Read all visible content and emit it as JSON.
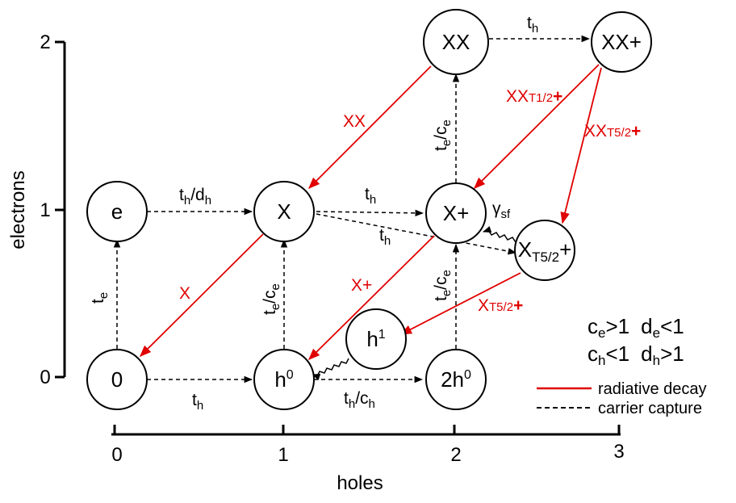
{
  "axes": {
    "x_title": "holes",
    "y_title": "electrons",
    "x_ticks": [
      "0",
      "1",
      "2",
      "3"
    ],
    "y_ticks": [
      "0",
      "1",
      "2"
    ]
  },
  "states": {
    "s0": "0",
    "e": "e",
    "X": "X",
    "h0": "h",
    "h0_sup": "0",
    "h1": "h",
    "h1_sup": "1",
    "Xp": "X+",
    "XX": "XX",
    "XXp": "XX+",
    "twoh0": "2h",
    "twoh0_sup": "0",
    "XT52_main": "X",
    "XT52_sub": "T5/2",
    "XT52_plus": "+"
  },
  "transitions": {
    "te": "t",
    "te_sub": "e",
    "th_0_h0": "t",
    "th_0_h0_sub": "h",
    "thdh": "t",
    "thdh_sub": "h",
    "thdh_mid": "/d",
    "thdh_sub2": "h",
    "th_X_Xp": "t",
    "th_X_Xp_sub": "h",
    "th_X_XT": "t",
    "th_X_XT_sub": "h",
    "th_XX_XXp": "t",
    "th_XX_XXp_sub": "h",
    "thch": "t",
    "thch_sub": "h",
    "thch_mid": "/c",
    "thch_sub2": "h",
    "tece_a": "t",
    "tece_a_sub": "e",
    "tece_a_mid": "/c",
    "tece_a_sub2": "e",
    "tece_b": "t",
    "tece_b_sub": "e",
    "tece_b_mid": "/c",
    "tece_b_sub2": "e",
    "tece_c": "t",
    "tece_c_sub": "e",
    "tece_c_mid": "/c",
    "tece_c_sub2": "e",
    "gamma": "γ",
    "gamma_sub": "sf",
    "rad_X": "X",
    "rad_Xp": "X+",
    "rad_XX": "XX",
    "rad_XXT12": "XX",
    "rad_XXT12_sub": "T1/2",
    "rad_XXT12_plus": "+",
    "rad_XXT52": "XX",
    "rad_XXT52_sub": "T5/2",
    "rad_XXT52_plus": "+",
    "rad_XT52": "X",
    "rad_XT52_sub": "T5/2",
    "rad_XT52_plus": "+"
  },
  "conditions": {
    "line1_a": "c",
    "line1_a_sub": "e",
    "line1_a_rest": ">1",
    "line1_b": "d",
    "line1_b_sub": "e",
    "line1_b_rest": "<1",
    "line2_a": "c",
    "line2_a_sub": "h",
    "line2_a_rest": "<1",
    "line2_b": "d",
    "line2_b_sub": "h",
    "line2_b_rest": ">1"
  },
  "legend": {
    "radiative": "radiative decay",
    "capture": "carrier capture"
  },
  "colors": {
    "radiative": "#e00000",
    "capture": "#000000"
  }
}
